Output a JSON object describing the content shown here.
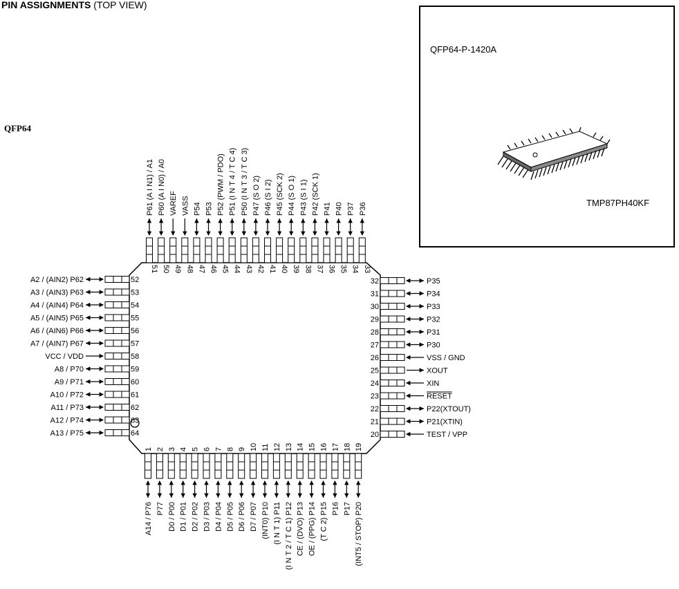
{
  "heading": {
    "bold": "PIN ASSIGNMENTS",
    "rest": " (TOP VIEW)"
  },
  "package_label": "QFP64",
  "photo": {
    "package": "QFP64-P-1420A",
    "part": "TMP87PH40KF"
  },
  "pins": {
    "left": [
      {
        "num": "52",
        "label": "A2 / (AIN2)  P62",
        "dir": "bi"
      },
      {
        "num": "53",
        "label": "A3 / (AIN3)  P63",
        "dir": "bi"
      },
      {
        "num": "54",
        "label": "A4 / (AIN4)  P64",
        "dir": "bi"
      },
      {
        "num": "55",
        "label": "A5 / (AIN5)  P65",
        "dir": "bi"
      },
      {
        "num": "56",
        "label": "A6 / (AIN6)  P66",
        "dir": "bi"
      },
      {
        "num": "57",
        "label": "A7 / (AIN7)  P67",
        "dir": "bi"
      },
      {
        "num": "58",
        "label": "VCC / VDD",
        "dir": "in"
      },
      {
        "num": "59",
        "label": "A8 / P70",
        "dir": "bi"
      },
      {
        "num": "60",
        "label": "A9 / P71",
        "dir": "bi"
      },
      {
        "num": "61",
        "label": "A10 / P72",
        "dir": "bi"
      },
      {
        "num": "62",
        "label": "A11 / P73",
        "dir": "bi"
      },
      {
        "num": "63",
        "label": "A12 / P74",
        "dir": "bi"
      },
      {
        "num": "64",
        "label": "A13 / P75",
        "dir": "bi"
      }
    ],
    "right": [
      {
        "num": "32",
        "label": "P35",
        "dir": "bi"
      },
      {
        "num": "31",
        "label": "P34",
        "dir": "bi"
      },
      {
        "num": "30",
        "label": "P33",
        "dir": "bi"
      },
      {
        "num": "29",
        "label": "P32",
        "dir": "bi"
      },
      {
        "num": "28",
        "label": "P31",
        "dir": "bi"
      },
      {
        "num": "27",
        "label": "P30",
        "dir": "bi"
      },
      {
        "num": "26",
        "label": "VSS / GND",
        "dir": "in"
      },
      {
        "num": "25",
        "label": "XOUT",
        "dir": "out"
      },
      {
        "num": "24",
        "label": "XIN",
        "dir": "in"
      },
      {
        "num": "23",
        "label": "RESET",
        "dir": "in",
        "overline": true
      },
      {
        "num": "22",
        "label": "P22(XTOUT)",
        "dir": "bi"
      },
      {
        "num": "21",
        "label": "P21(XTIN)",
        "dir": "bi"
      },
      {
        "num": "20",
        "label": "TEST / VPP",
        "dir": "in"
      }
    ],
    "top": [
      {
        "num": "51",
        "label": "P61 (A I N1) / A1",
        "dir": "bi"
      },
      {
        "num": "50",
        "label": "P60 (A I N0) / A0",
        "dir": "bi"
      },
      {
        "num": "49",
        "label": "VAREF",
        "dir": "in"
      },
      {
        "num": "48",
        "label": "VASS",
        "dir": "in"
      },
      {
        "num": "47",
        "label": "P54",
        "dir": "bi"
      },
      {
        "num": "46",
        "label": "P53",
        "dir": "bi"
      },
      {
        "num": "45",
        "label": "P52 (PWM / PDO)",
        "dir": "bi"
      },
      {
        "num": "44",
        "label": "P51 (I N T 4 / T C 4)",
        "dir": "bi"
      },
      {
        "num": "43",
        "label": "P50 (I N T 3 / T C 3)",
        "dir": "bi"
      },
      {
        "num": "42",
        "label": "P47 (S O 2)",
        "dir": "bi"
      },
      {
        "num": "41",
        "label": "P46 (S I 2)",
        "dir": "bi"
      },
      {
        "num": "40",
        "label": "P45 (SCK 2)",
        "dir": "bi"
      },
      {
        "num": "39",
        "label": "P44 (S O 1)",
        "dir": "bi"
      },
      {
        "num": "38",
        "label": "P43 (S I 1)",
        "dir": "bi"
      },
      {
        "num": "37",
        "label": "P42 (SCK 1)",
        "dir": "bi"
      },
      {
        "num": "36",
        "label": "P41",
        "dir": "bi"
      },
      {
        "num": "35",
        "label": "P40",
        "dir": "bi"
      },
      {
        "num": "34",
        "label": "P37",
        "dir": "bi"
      },
      {
        "num": "33",
        "label": "P36",
        "dir": "bi"
      }
    ],
    "bottom": [
      {
        "num": "1",
        "label": "A14 / P76",
        "dir": "bi"
      },
      {
        "num": "2",
        "label": "P77",
        "dir": "bi"
      },
      {
        "num": "3",
        "label": "D0 / P00",
        "dir": "bi"
      },
      {
        "num": "4",
        "label": "D1 / P01",
        "dir": "bi"
      },
      {
        "num": "5",
        "label": "D2 / P02",
        "dir": "bi"
      },
      {
        "num": "6",
        "label": "D3 / P03",
        "dir": "bi"
      },
      {
        "num": "7",
        "label": "D4 / P04",
        "dir": "bi"
      },
      {
        "num": "8",
        "label": "D5 / P05",
        "dir": "bi"
      },
      {
        "num": "9",
        "label": "D6 / P06",
        "dir": "bi"
      },
      {
        "num": "10",
        "label": "D7 / P07",
        "dir": "bi"
      },
      {
        "num": "11",
        "label": "(INT0) P10",
        "dir": "bi"
      },
      {
        "num": "12",
        "label": "(I N T 1) P11",
        "dir": "bi"
      },
      {
        "num": "13",
        "label": "(I N T 2 / T C 1) P12",
        "dir": "bi"
      },
      {
        "num": "14",
        "label": "CE / (DVO) P13",
        "dir": "bi"
      },
      {
        "num": "15",
        "label": "OE / (PPG) P14",
        "dir": "bi"
      },
      {
        "num": "16",
        "label": "(T C 2) P15",
        "dir": "bi"
      },
      {
        "num": "17",
        "label": "P16",
        "dir": "bi"
      },
      {
        "num": "18",
        "label": "P17",
        "dir": "bi"
      },
      {
        "num": "19",
        "label": "(INT5 / STOP) P20",
        "dir": "bi"
      }
    ]
  }
}
